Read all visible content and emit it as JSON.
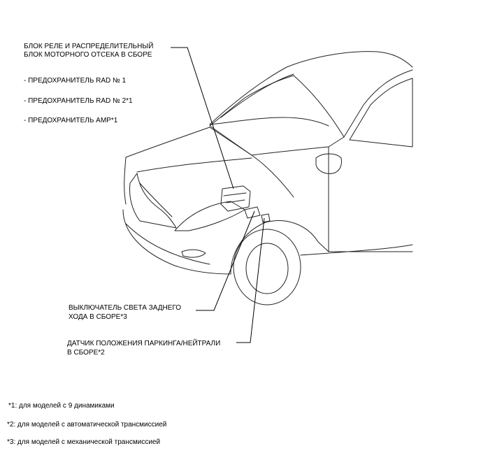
{
  "labels": {
    "relay_block_line1": "БЛОК РЕЛЕ И РАСПРЕДЕЛИТЕЛЬНЫЙ",
    "relay_block_line2": "БЛОК МОТОРНОГО ОТСЕКА В СБОРЕ",
    "fuse_rad1": "- ПРЕДОХРАНИТЕЛЬ RAD № 1",
    "fuse_rad2": "- ПРЕДОХРАНИТЕЛЬ RAD № 2*1",
    "fuse_amp": "- ПРЕДОХРАНИТЕЛЬ AMP*1",
    "backup_switch_line1": "ВЫКЛЮЧАТЕЛЬ СВЕТА ЗАДНЕГО",
    "backup_switch_line2": "ХОДА В СБОРЕ*3",
    "pn_sensor_line1": "ДАТЧИК ПОЛОЖЕНИЯ ПАРКИНГА/НЕЙТРАЛИ",
    "pn_sensor_line2": "В СБОРЕ*2"
  },
  "notes": [
    "*1: для моделей с 9 динамиками",
    "*2: для моделей с автоматической трансмиссией",
    "*3: для моделей с механической трансмиссией"
  ]
}
